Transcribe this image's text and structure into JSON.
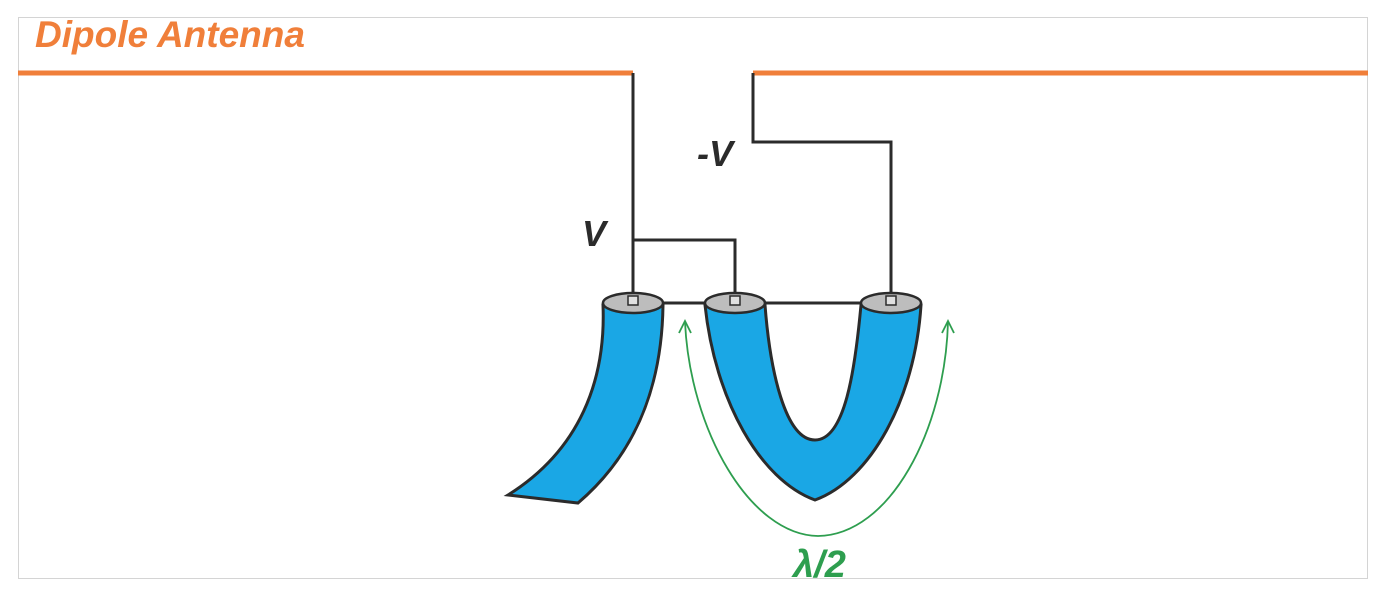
{
  "slide": {
    "title": "Dipole Antenna",
    "labels": {
      "voltage_positive": "V",
      "voltage_negative": "-V",
      "length": "λ/2"
    }
  },
  "colors": {
    "accent": "#F07F3A",
    "cable": "#1AA7E5",
    "measure": "#2E9E4F",
    "wire": "#2b2b2b"
  }
}
